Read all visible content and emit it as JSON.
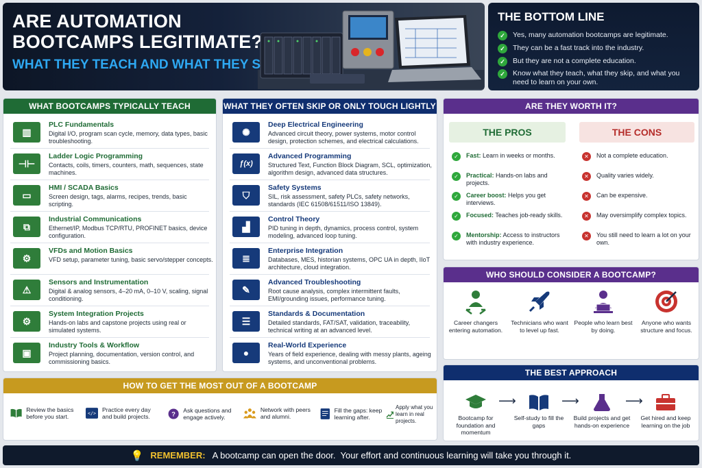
{
  "hero": {
    "title": "ARE AUTOMATION BOOTCAMPS LEGITIMATE?",
    "subtitle": "WHAT THEY TEACH AND WHAT THEY SKIP"
  },
  "bottom_line": {
    "title": "THE BOTTOM LINE",
    "points": [
      "Yes, many automation bootcamps are legitimate.",
      "They can be a fast track into the industry.",
      "But they are not a complete education.",
      "Know what they teach, what they skip, and what you need to learn on your own."
    ]
  },
  "teach": {
    "title": "WHAT BOOTCAMPS TYPICALLY TEACH",
    "items": [
      {
        "title": "PLC Fundamentals",
        "desc": "Digital I/O, program scan cycle, memory, data types, basic troubleshooting.",
        "icon": "plc-icon"
      },
      {
        "title": "Ladder Logic Programming",
        "desc": "Contacts, coils, timers, counters, math, sequences, state machines.",
        "icon": "ladder-icon"
      },
      {
        "title": "HMI / SCADA Basics",
        "desc": "Screen design, tags, alarms, recipes, trends, basic scripting.",
        "icon": "monitor-icon"
      },
      {
        "title": "Industrial Communications",
        "desc": "Ethernet/IP, Modbus TCP/RTU, PROFINET basics, device configuration.",
        "icon": "network-icon"
      },
      {
        "title": "VFDs and Motion Basics",
        "desc": "VFD setup, parameter tuning, basic servo/stepper concepts.",
        "icon": "drive-icon"
      },
      {
        "title": "Sensors and Instrumentation",
        "desc": "Digital & analog sensors, 4–20 mA, 0–10 V, scaling, signal conditioning.",
        "icon": "warning-icon"
      },
      {
        "title": "System Integration Projects",
        "desc": "Hands-on labs and capstone projects using real or simulated systems.",
        "icon": "gears-icon"
      },
      {
        "title": "Industry Tools & Workflow",
        "desc": "Project planning, documentation, version control, and commissioning basics.",
        "icon": "toolbox-icon"
      }
    ]
  },
  "skip": {
    "title": "WHAT THEY OFTEN SKIP OR ONLY TOUCH LIGHTLY",
    "items": [
      {
        "title": "Deep Electrical Engineering",
        "desc": "Advanced circuit theory, power systems, motor control design, protection schemes, and electrical calculations.",
        "icon": "brain-icon"
      },
      {
        "title": "Advanced Programming",
        "desc": "Structured Text, Function Block Diagram, SCL, optimization, algorithm design, advanced data structures.",
        "icon": "function-icon"
      },
      {
        "title": "Safety Systems",
        "desc": "SIL, risk assessment, safety PLCs, safety networks, standards (IEC 61508/61511/ISO 13849).",
        "icon": "shield-icon"
      },
      {
        "title": "Control Theory",
        "desc": "PID tuning in depth, dynamics, process control, system modeling, advanced loop tuning.",
        "icon": "chart-icon"
      },
      {
        "title": "Enterprise Integration",
        "desc": "Databases, MES, historian systems, OPC UA in depth, IIoT architecture, cloud integration.",
        "icon": "database-icon"
      },
      {
        "title": "Advanced Troubleshooting",
        "desc": "Root cause analysis, complex intermittent faults, EMI/grounding issues, performance tuning.",
        "icon": "wrench-icon"
      },
      {
        "title": "Standards & Documentation",
        "desc": "Detailed standards, FAT/SAT, validation, traceability, technical writing at an advanced level.",
        "icon": "document-icon"
      },
      {
        "title": "Real-World Experience",
        "desc": "Years of field experience, dealing with messy plants, ageing systems, and unconventional problems.",
        "icon": "person-icon"
      }
    ]
  },
  "worth": {
    "title": "ARE THEY WORTH IT?",
    "pros_title": "THE PROS",
    "cons_title": "THE CONS",
    "pros": [
      {
        "label": "Fast:",
        "text": " Learn in weeks or months."
      },
      {
        "label": "Practical:",
        "text": " Hands-on labs and projects."
      },
      {
        "label": "Career boost:",
        "text": " Helps you get interviews."
      },
      {
        "label": "Focused:",
        "text": " Teaches job-ready skills."
      },
      {
        "label": "Mentorship:",
        "text": " Access to instructors with industry experience."
      }
    ],
    "cons": [
      "Not a complete education.",
      "Quality varies widely.",
      "Can be expensive.",
      "May oversimplify complex topics.",
      "You still need to learn a lot on your own."
    ]
  },
  "who": {
    "title": "WHO SHOULD CONSIDER A BOOTCAMP?",
    "items": [
      {
        "text": "Career changers entering automation.",
        "icon": "career-change-icon"
      },
      {
        "text": "Technicians who want to level up fast.",
        "icon": "rocket-icon"
      },
      {
        "text": "People who learn best by doing.",
        "icon": "laptop-user-icon"
      },
      {
        "text": "Anyone who wants structure and focus.",
        "icon": "target-icon"
      }
    ]
  },
  "best": {
    "title": "THE BEST APPROACH",
    "steps": [
      {
        "text": "Bootcamp for foundation and momentum",
        "icon": "graduation-cap-icon"
      },
      {
        "text": "Self-study to fill the gaps",
        "icon": "book-icon"
      },
      {
        "text": "Build projects and get hands-on experience",
        "icon": "flask-icon"
      },
      {
        "text": "Get hired and keep learning on the job",
        "icon": "briefcase-icon"
      }
    ]
  },
  "most": {
    "title": "HOW TO GET THE MOST OUT OF A BOOTCAMP",
    "tips": [
      {
        "text": "Review the basics before you start.",
        "icon": "open-book-icon"
      },
      {
        "text": "Practice every day and build projects.",
        "icon": "code-icon"
      },
      {
        "text": "Ask questions and engage actively.",
        "icon": "question-icon"
      },
      {
        "text": "Network with peers and alumni.",
        "icon": "people-icon"
      },
      {
        "text": "Fill the gaps: keep learning after.",
        "icon": "notes-icon"
      },
      {
        "text": "Apply what you learn in real projects.",
        "icon": "growth-icon"
      }
    ]
  },
  "remember": {
    "label": "REMEMBER:",
    "text": "A bootcamp can open the door.  Your effort and continuous learning will take you through it."
  },
  "colors": {
    "green": "#1f6b35",
    "navy": "#0f2e6e",
    "purple": "#5a2f8c",
    "gold": "#c79a1f",
    "icon_green": "#2f7d3a",
    "icon_navy": "#163a7a"
  }
}
